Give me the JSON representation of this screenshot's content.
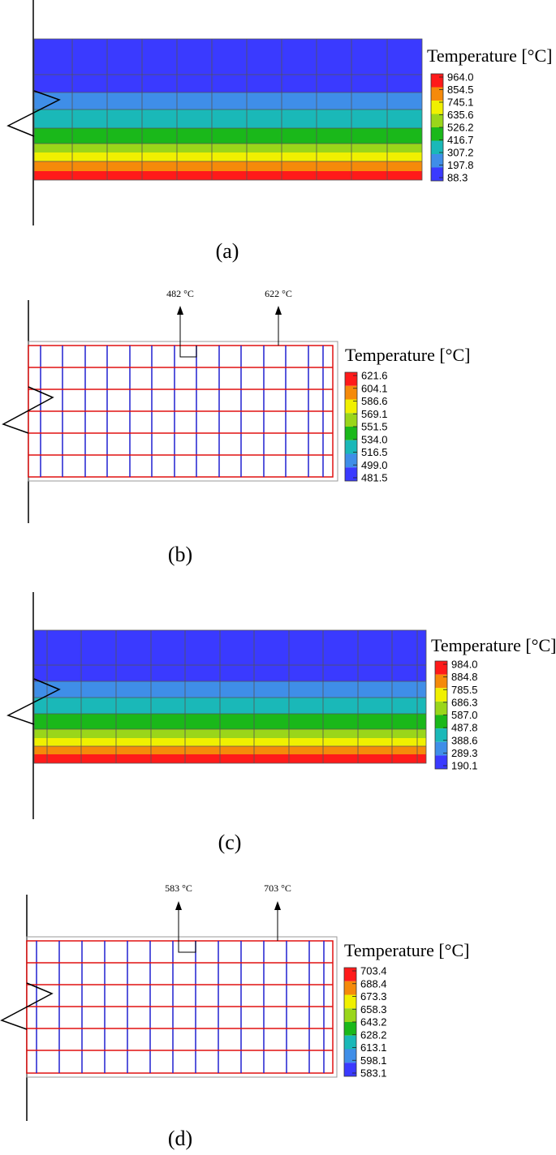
{
  "panels": [
    {
      "id": "a",
      "caption": "(a)",
      "legend_title": "Temperature [°C]",
      "legend_values": [
        "964.0",
        "854.5",
        "745.1",
        "635.6",
        "526.2",
        "416.7",
        "307.2",
        "197.8",
        "88.3"
      ],
      "annotations": []
    },
    {
      "id": "b",
      "caption": "(b)",
      "legend_title": "Temperature [°C]",
      "legend_values": [
        "621.6",
        "604.1",
        "586.6",
        "569.1",
        "551.5",
        "534.0",
        "516.5",
        "499.0",
        "481.5"
      ],
      "annotations": [
        "482 °C",
        "622 °C"
      ]
    },
    {
      "id": "c",
      "caption": "(c)",
      "legend_title": "Temperature [°C]",
      "legend_values": [
        "984.0",
        "884.8",
        "785.5",
        "686.3",
        "587.0",
        "487.8",
        "388.6",
        "289.3",
        "190.1"
      ],
      "annotations": []
    },
    {
      "id": "d",
      "caption": "(d)",
      "legend_title": "Temperature [°C]",
      "legend_values": [
        "703.4",
        "688.4",
        "673.3",
        "658.3",
        "643.2",
        "628.2",
        "613.1",
        "598.1",
        "583.1"
      ],
      "annotations": [
        "583 °C",
        "703 °C"
      ]
    }
  ],
  "legend_colors": [
    "#ff1a1a",
    "#f58a0a",
    "#f0f000",
    "#9ad61a",
    "#1ab81a",
    "#1ab8b8",
    "#3f8ee8",
    "#3a3aff"
  ]
}
